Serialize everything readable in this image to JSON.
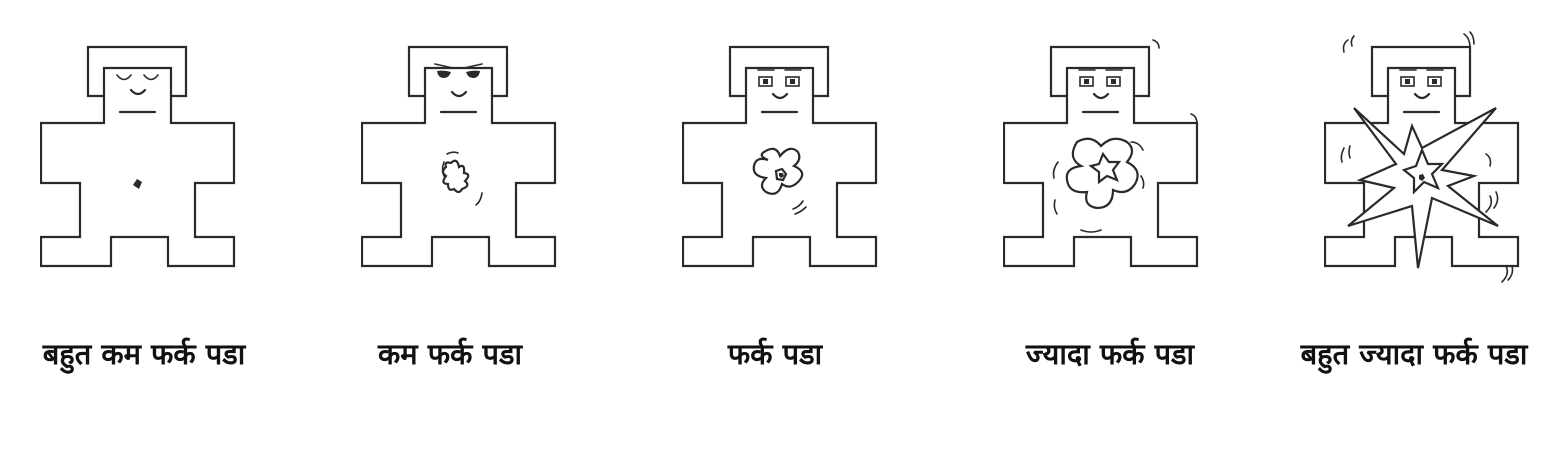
{
  "scale": {
    "levels": [
      {
        "label": "बहुत कम फर्क पडा",
        "intensity": 1
      },
      {
        "label": "कम फर्क पडा",
        "intensity": 2
      },
      {
        "label": "फर्क पडा",
        "intensity": 3
      },
      {
        "label": "ज्यादा फर्क पडा",
        "intensity": 4
      },
      {
        "label": "बहुत ज्यादा फर्क पडा",
        "intensity": 5
      }
    ]
  },
  "colors": {
    "line": "#2a2a2a",
    "background": "#ffffff",
    "text": "#111111"
  }
}
